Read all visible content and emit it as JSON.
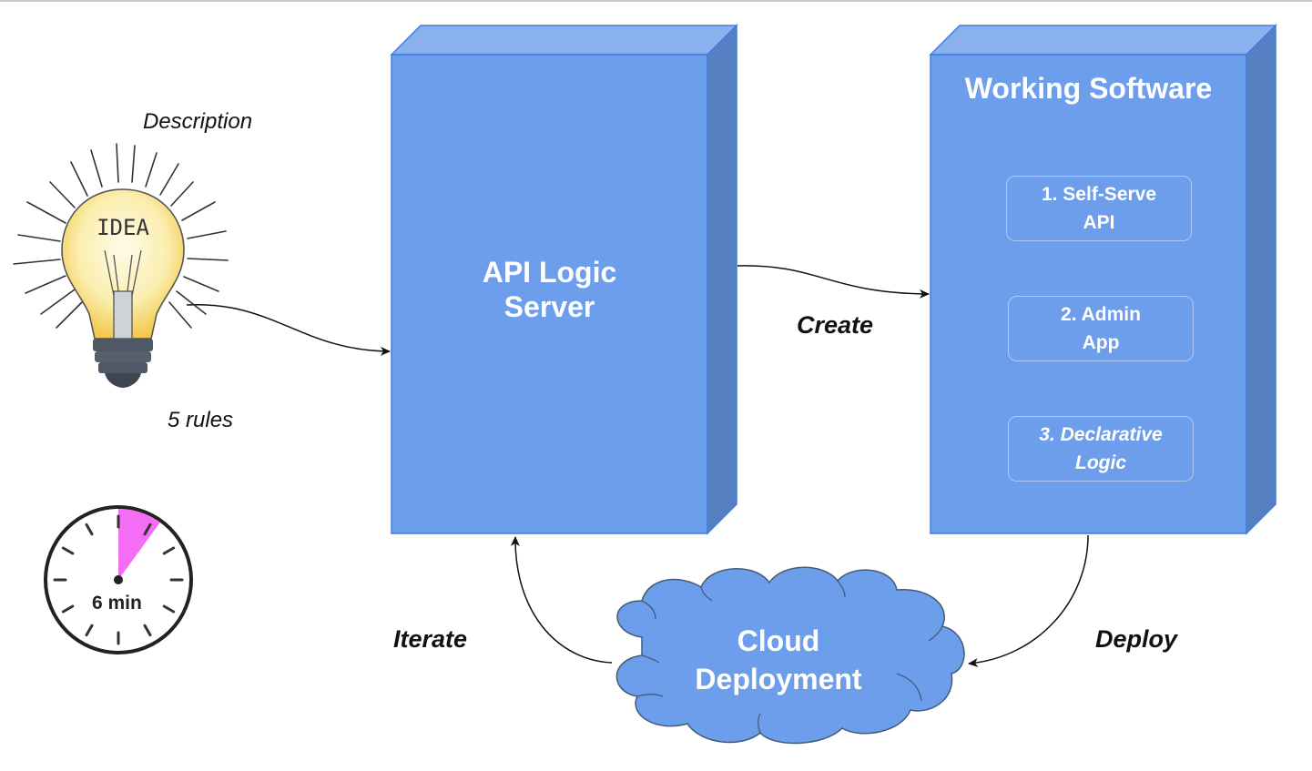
{
  "idea": {
    "bulb_text": "IDEA",
    "description_label": "Description",
    "rules_label": "5 rules"
  },
  "timer": {
    "label": "6 min",
    "elapsed_minutes": 6,
    "highlight_color": "#f36ef5"
  },
  "api_logic_server": {
    "title_line1": "API Logic",
    "title_line2": "Server"
  },
  "working_software": {
    "title": "Working Software",
    "items": [
      {
        "line1": "1. Self-Serve",
        "line2": "API"
      },
      {
        "line1": "2. Admin",
        "line2": "App"
      },
      {
        "line1": "3. Declarative",
        "line2": "Logic"
      }
    ]
  },
  "cloud": {
    "line1": "Cloud",
    "line2": "Deployment"
  },
  "edges": {
    "create": "Create",
    "iterate": "Iterate",
    "deploy": "Deploy"
  },
  "colors": {
    "box_front": "#6d9eeb",
    "box_top": "#8ab1ef",
    "box_side": "#5580c2",
    "box_border": "#3f7de0"
  }
}
